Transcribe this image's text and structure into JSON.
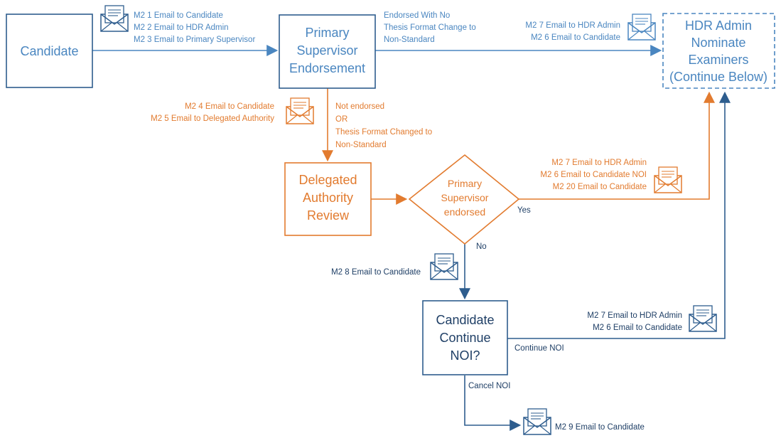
{
  "nodes": {
    "candidate": "Candidate",
    "primary_supervisor": [
      "Primary",
      "Supervisor",
      "Endorsement"
    ],
    "hdr_admin": [
      "HDR Admin",
      "Nominate",
      "Examiners",
      "(Continue Below)"
    ],
    "delegated_authority": [
      "Delegated",
      "Authority",
      "Review"
    ],
    "decision_primary": [
      "Primary",
      "Supervisor",
      "endorsed"
    ],
    "candidate_continue": [
      "Candidate",
      "Continue",
      "NOI?"
    ]
  },
  "labels": {
    "emails_1": [
      "M2 1 Email to Candidate",
      "M2 2 Email to HDR Admin",
      "M2 3 Email to Primary Supervisor"
    ],
    "endorsed_no_change": [
      "Endorsed With No",
      "Thesis Format Change to",
      "Non-Standard"
    ],
    "emails_hdr_top": [
      "M2 7 Email to HDR Admin",
      "M2 6 Email to Candidate"
    ],
    "emails_2": [
      "M2 4 Email to Candidate",
      "M2 5 Email to Delegated Authority"
    ],
    "not_endorsed": [
      "Not endorsed",
      "OR",
      "Thesis Format Changed to",
      "Non-Standard"
    ],
    "emails_yes": [
      "M2 7 Email to HDR Admin",
      "M2 6 Email to Candidate NOI",
      "M2 20  Email to Candidate"
    ],
    "yes": "Yes",
    "no": "No",
    "email_8": "M2 8  Email to Candidate",
    "emails_continue": [
      "M2 7 Email to HDR Admin",
      "M2 6 Email to Candidate"
    ],
    "continue_noi": "Continue NOI",
    "cancel_noi": "Cancel NOI",
    "email_9": "M2 9 Email to Candidate"
  },
  "colors": {
    "dark_blue": "#2e5d8e",
    "light_blue": "#4a86c0",
    "orange": "#e27b2f"
  },
  "icons": [
    "envelope-icon"
  ]
}
